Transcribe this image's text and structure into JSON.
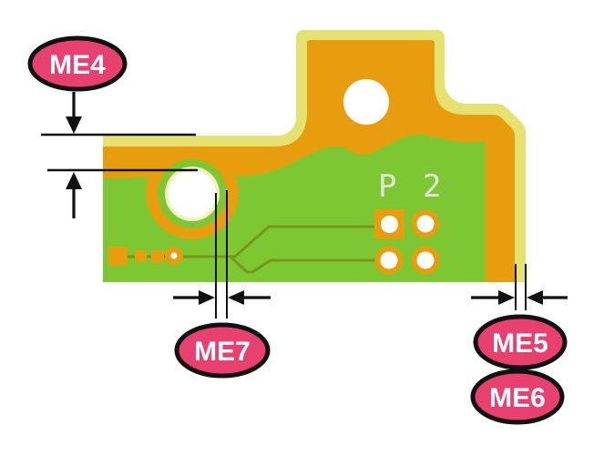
{
  "diagram": {
    "silkscreen_label": "P 2",
    "callouts": [
      {
        "id": "me4",
        "label": "ME4"
      },
      {
        "id": "me5",
        "label": "ME5"
      },
      {
        "id": "me6",
        "label": "ME6"
      },
      {
        "id": "me7",
        "label": "ME7"
      }
    ]
  },
  "colors": {
    "board_outline": "#e6e272",
    "copper": "#e89d0e",
    "solder_mask": "#7dc832",
    "trace": "#77961b",
    "hole_ring": "#f2f2c2",
    "hole": "#ffffff",
    "callout_fill": "#e8416f",
    "callout_border": "#111111",
    "callout_text": "#ffffff",
    "dimension": "#111111",
    "silkscreen": "#e3e3dc",
    "background": "#ffffff"
  }
}
